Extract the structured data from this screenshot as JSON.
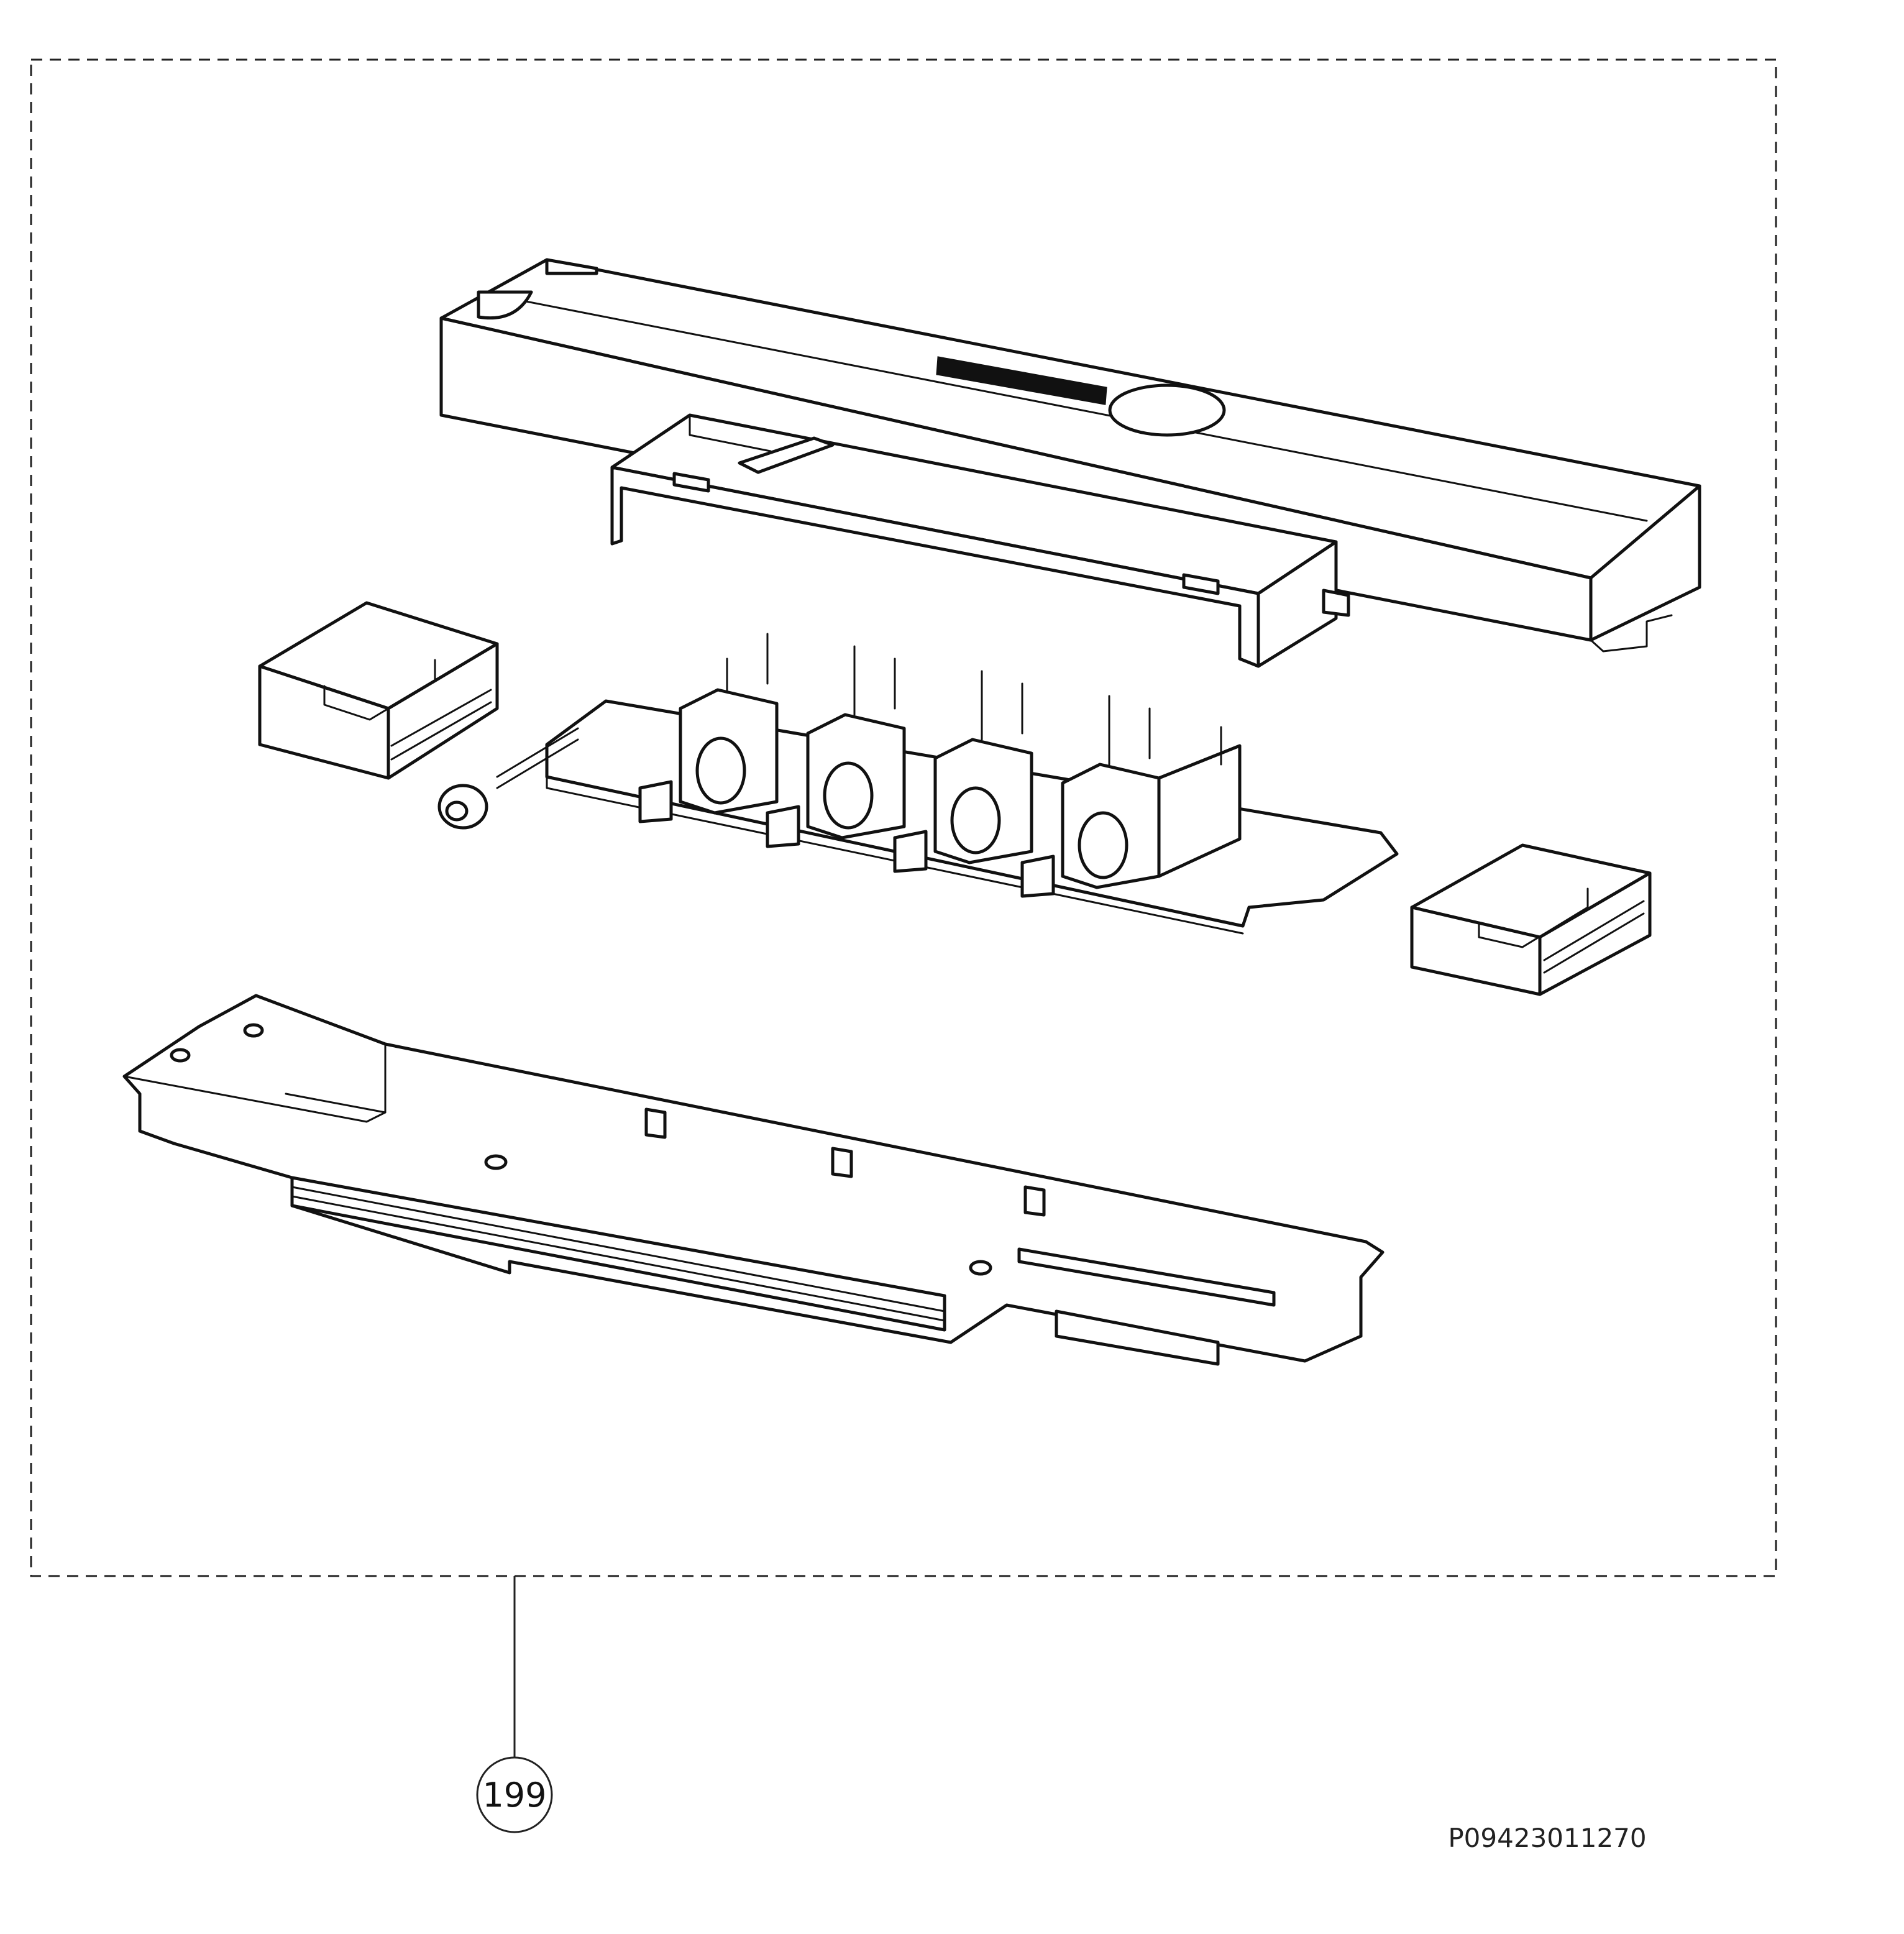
{
  "callout": {
    "number": "199"
  },
  "reference_code": "P09423011270",
  "parts": [
    {
      "name": "top-cover-housing"
    },
    {
      "name": "inner-shield-frame"
    },
    {
      "name": "left-end-block"
    },
    {
      "name": "switch-circuit-board"
    },
    {
      "name": "right-end-block"
    },
    {
      "name": "bottom-base-tray"
    }
  ]
}
